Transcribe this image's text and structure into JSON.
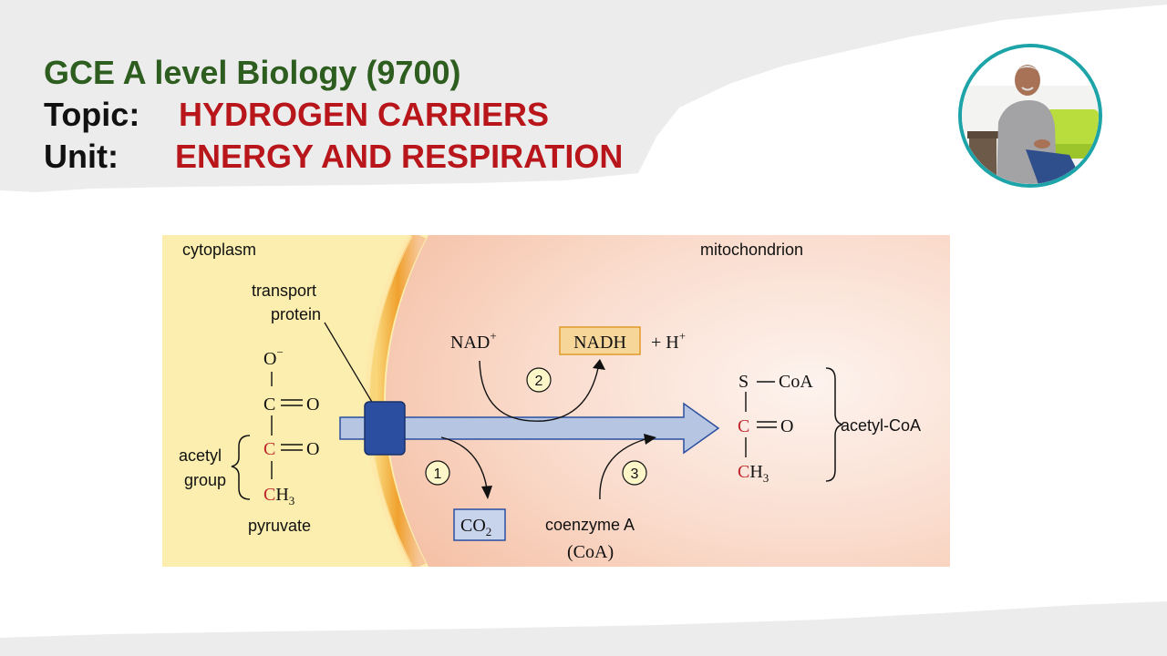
{
  "header": {
    "course": "GCE A level Biology (9700)",
    "topic_label": "Topic:",
    "topic_value": "HYDROGEN CARRIERS",
    "unit_label": "Unit:",
    "unit_value": "ENERGY AND RESPIRATION"
  },
  "diagram": {
    "cytoplasm_label": "cytoplasm",
    "mitochondrion_label": "mitochondrion",
    "transport_protein_line1": "transport",
    "transport_protein_line2": "protein",
    "pyruvate": {
      "o_minus": "O",
      "o_minus_sup": "−",
      "c1": "C",
      "o1": "O",
      "c2": "C",
      "o2": "O",
      "c3": "C",
      "h3": "H",
      "h3_sub": "3",
      "name": "pyruvate",
      "acetyl_line1": "acetyl",
      "acetyl_line2": "group"
    },
    "nad": "NAD",
    "nad_sup": "+",
    "nadh": "NADH",
    "plus_h": "+ H",
    "plus_h_sup": "+",
    "co2": "CO",
    "co2_sub": "2",
    "coenzyme_a": "coenzyme A",
    "coa_abbrev": "(CoA)",
    "step1": "1",
    "step2": "2",
    "step3": "3",
    "acetyl_coa": {
      "s": "S",
      "coa": "CoA",
      "c": "C",
      "o": "O",
      "c2": "C",
      "h3": "H",
      "h3_sub": "3",
      "name": "acetyl-CoA"
    },
    "colors": {
      "cytoplasm": "#fbeeae",
      "mitochondrion": "#f7c9b0",
      "membrane": "#f2a93b",
      "arrow": "#b6c6e2",
      "transport_protein": "#2b4ea0",
      "nadh_box": "#f7d69a",
      "co2_box": "#c8d3ec",
      "carbon_red": "#c0272d"
    }
  }
}
